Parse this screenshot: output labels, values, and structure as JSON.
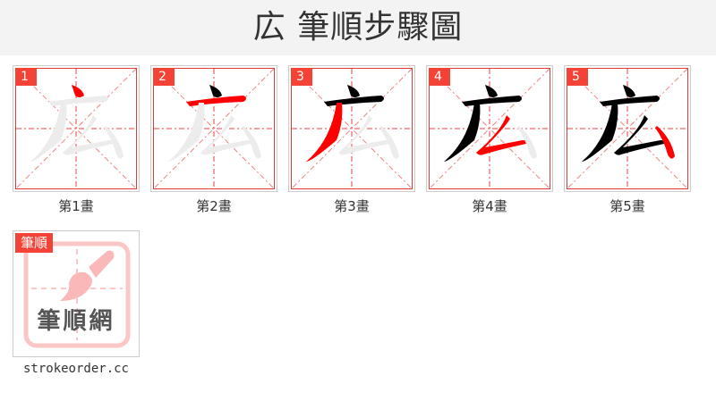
{
  "header": {
    "title": "広 筆順步驟圖"
  },
  "character": "広",
  "colors": {
    "accent": "#f44336",
    "stroke_active": "#ff0000",
    "stroke_done": "#000000",
    "stroke_pending": "#eeeeee",
    "grid": "#e53935"
  },
  "steps": [
    {
      "number": "1",
      "label": "第1畫"
    },
    {
      "number": "2",
      "label": "第2畫"
    },
    {
      "number": "3",
      "label": "第3畫"
    },
    {
      "number": "4",
      "label": "第4畫"
    },
    {
      "number": "5",
      "label": "第5畫"
    }
  ],
  "logo": {
    "tag": "筆順",
    "text": "筆順網"
  },
  "footer": {
    "site": "strokeorder.cc"
  }
}
